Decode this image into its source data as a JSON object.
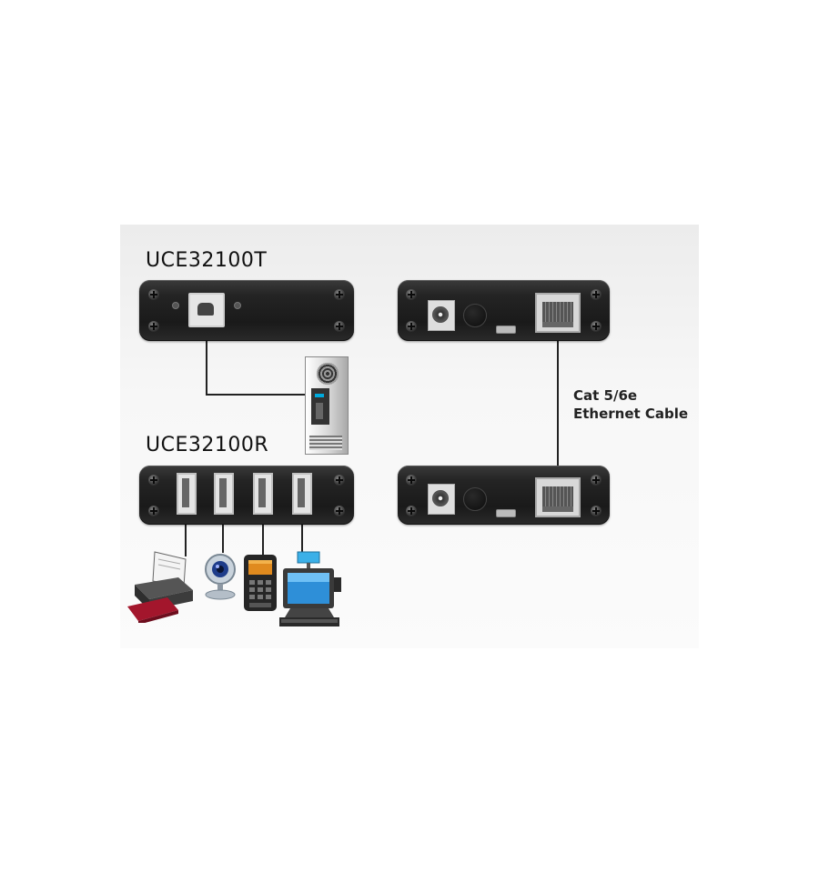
{
  "diagram": {
    "transmitter_label": "UCE32100T",
    "receiver_label": "UCE32100R",
    "cable_label_line1": "Cat 5/6e",
    "cable_label_line2": "Ethernet Cable"
  },
  "icons": [
    "computer-tower-icon",
    "printer-icon",
    "webcam-icon",
    "card-reader-icon",
    "pos-terminal-icon"
  ]
}
